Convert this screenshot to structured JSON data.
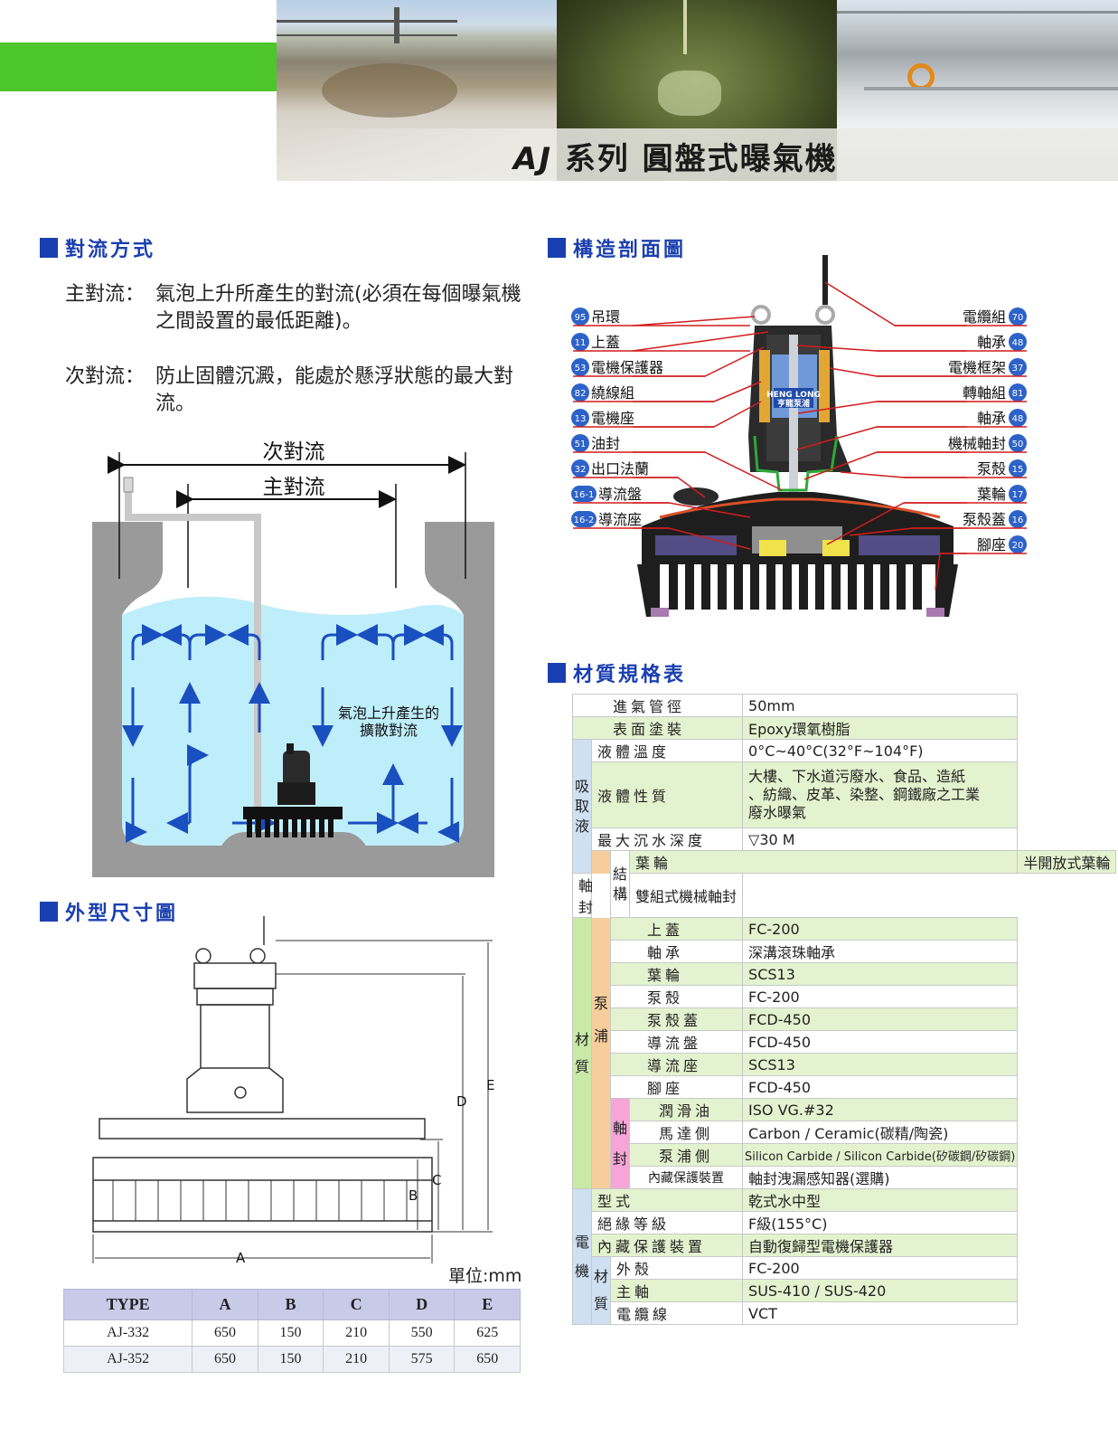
{
  "header": {
    "title_series": "AJ",
    "title_rest": "系列  圓盤式曝氣機"
  },
  "convection": {
    "heading": "對流方式",
    "primary_label": "主對流：",
    "primary_text": "氣泡上升所產生的對流(必須在每個曝氣機之間設置的最低距離)。",
    "secondary_label": "次對流：",
    "secondary_text": "防止固體沉澱，能處於懸浮狀態的最大對流。",
    "diagram": {
      "secondary_flow": "次對流",
      "primary_flow": "主對流",
      "bubble_line1": "氣泡上升產生的",
      "bubble_line2": "擴散對流"
    }
  },
  "dimension": {
    "heading": "外型尺寸圖",
    "labels": {
      "A": "A",
      "B": "B",
      "C": "C",
      "D": "D",
      "E": "E"
    },
    "unit": "單位:mm",
    "columns": [
      "TYPE",
      "A",
      "B",
      "C",
      "D",
      "E"
    ],
    "rows": [
      [
        "AJ-332",
        "650",
        "150",
        "210",
        "550",
        "625"
      ],
      [
        "AJ-352",
        "650",
        "150",
        "210",
        "575",
        "650"
      ]
    ]
  },
  "section_view": {
    "heading": "構造剖面圖",
    "brand_line1": "HENG LONG",
    "brand_line2": "亨龍泵浦",
    "left_parts": [
      {
        "no": "95",
        "name": "吊環"
      },
      {
        "no": "11",
        "name": "上蓋"
      },
      {
        "no": "53",
        "name": "電機保護器"
      },
      {
        "no": "82",
        "name": "繞線組"
      },
      {
        "no": "13",
        "name": "電機座"
      },
      {
        "no": "51",
        "name": "油封"
      },
      {
        "no": "32",
        "name": "出口法蘭"
      },
      {
        "no": "16-1",
        "name": "導流盤"
      },
      {
        "no": "16-2",
        "name": "導流座"
      }
    ],
    "right_parts": [
      {
        "no": "70",
        "name": "電纜組"
      },
      {
        "no": "48",
        "name": "軸承"
      },
      {
        "no": "37",
        "name": "電機框架"
      },
      {
        "no": "81",
        "name": "轉軸組"
      },
      {
        "no": "48",
        "name": "軸承"
      },
      {
        "no": "50",
        "name": "機械軸封"
      },
      {
        "no": "15",
        "name": "泵殼"
      },
      {
        "no": "17",
        "name": "葉輪"
      },
      {
        "no": "16",
        "name": "泵殼蓋"
      },
      {
        "no": "20",
        "name": "腳座"
      }
    ]
  },
  "materials": {
    "heading": "材質規格表",
    "inlet_pipe_dia": {
      "k": "進氣管徑",
      "v": "50mm"
    },
    "coating": {
      "k": "表面塗裝",
      "v": "Epoxy環氧樹脂"
    },
    "liquid_group": "吸取液",
    "liquid_temp": {
      "k": "液體溫度",
      "v": "0°C~40°C(32°F~104°F)"
    },
    "liquid_nature": {
      "k": "液體性質",
      "v1": "大樓、下水道污廢水、食品、造紙",
      "v2": "、紡織、皮革、染整、鋼鐵廠之工業",
      "v3": "廢水曝氣"
    },
    "max_depth": {
      "k": "最大沉水深度",
      "v": "▽30 M"
    },
    "pump_group": "泵浦",
    "structure_group": "結構",
    "impeller_type": {
      "k": "葉輪",
      "v": "半開放式葉輪"
    },
    "shaft_seal_type": {
      "k": "軸封",
      "v": "雙組式機械軸封"
    },
    "material_group": "材質",
    "top_cover": {
      "k": "上蓋",
      "v": "FC-200"
    },
    "bearing": {
      "k": "軸承",
      "v": "深溝滾珠軸承"
    },
    "impeller": {
      "k": "葉輪",
      "v": "SCS13"
    },
    "casing": {
      "k": "泵殼",
      "v": "FC-200"
    },
    "casing_cover": {
      "k": "泵殼蓋",
      "v": "FCD-450"
    },
    "guide_plate": {
      "k": "導流盤",
      "v": "FCD-450"
    },
    "guide_seat": {
      "k": "導流座",
      "v": "SCS13"
    },
    "foot": {
      "k": "腳座",
      "v": "FCD-450"
    },
    "seal_group_1": "軸",
    "seal_group_2": "封",
    "lubricant": {
      "k": "潤滑油",
      "v": "ISO VG.#32"
    },
    "motor_side": {
      "k": "馬達側",
      "v": "Carbon / Ceramic(碳精/陶瓷)"
    },
    "pump_side": {
      "k": "泵浦側",
      "v": "Silicon Carbide / Silicon Carbide(矽碳鋼/矽碳鋼)"
    },
    "built_in_device": {
      "k": "內藏保護裝置",
      "v": "軸封洩漏感知器(選購)"
    },
    "motor_group": "電機",
    "motor_type": {
      "k": "型式",
      "v": "乾式水中型"
    },
    "insulation": {
      "k": "絕緣等級",
      "v": "F級(155°C)"
    },
    "motor_protection": {
      "k": "內藏保護裝置",
      "v": "自動復歸型電機保護器"
    },
    "motor_material_group": "材質",
    "housing": {
      "k": "外殼",
      "v": "FC-200"
    },
    "main_shaft": {
      "k": "主軸",
      "v": "SUS-410 / SUS-420"
    },
    "cable": {
      "k": "電纜線",
      "v": "VCT"
    }
  },
  "colors": {
    "accent_green": "#4cc62a",
    "heading_blue": "#1a3fb0",
    "row_green": "#e4f3cf",
    "pump_orange": "#f7cd9c",
    "motor_blue": "#cfe0f3",
    "seal_pink": "#f5a6d6",
    "table_header": "#c9c9e8",
    "leader_red": "#d21c1c",
    "water_blue": "#bfeefb"
  }
}
